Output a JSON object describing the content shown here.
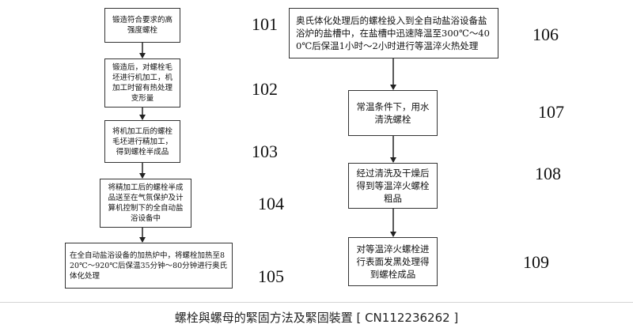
{
  "steps": [
    {
      "id": "101",
      "text": "锻造符合要求的高强度螺栓"
    },
    {
      "id": "102",
      "text": "锻造后，对螺栓毛坯进行机加工，机加工时留有热处理变形量"
    },
    {
      "id": "103",
      "text": "将机加工后的螺栓毛坯进行精加工，得到螺栓半成品"
    },
    {
      "id": "104",
      "text": "将精加工后的螺栓半成品送至在气氛保护及计算机控制下的全自动盐浴设备中"
    },
    {
      "id": "105",
      "text": "在全自动盐浴设备的加热炉中，将螺栓加热至820℃～920℃后保温35分钟～80分钟进行奥氏体化处理"
    },
    {
      "id": "106",
      "text": "奥氏体化处理后的螺栓投入到全自动盐浴设备盐浴炉的盐槽中，在盐槽中迅速降温至300℃～400℃后保温1小时～2小时进行等温淬火热处理"
    },
    {
      "id": "107",
      "text": "常温条件下，用水清洗螺栓"
    },
    {
      "id": "108",
      "text": "经过清洗及干燥后得到等温淬火螺栓粗品"
    },
    {
      "id": "109",
      "text": "对等温淬火螺栓进行表面发黑处理得到螺栓成品"
    }
  ],
  "caption": "螺栓與螺母的緊固方法及緊固裝置 [ CN112236262 ]"
}
